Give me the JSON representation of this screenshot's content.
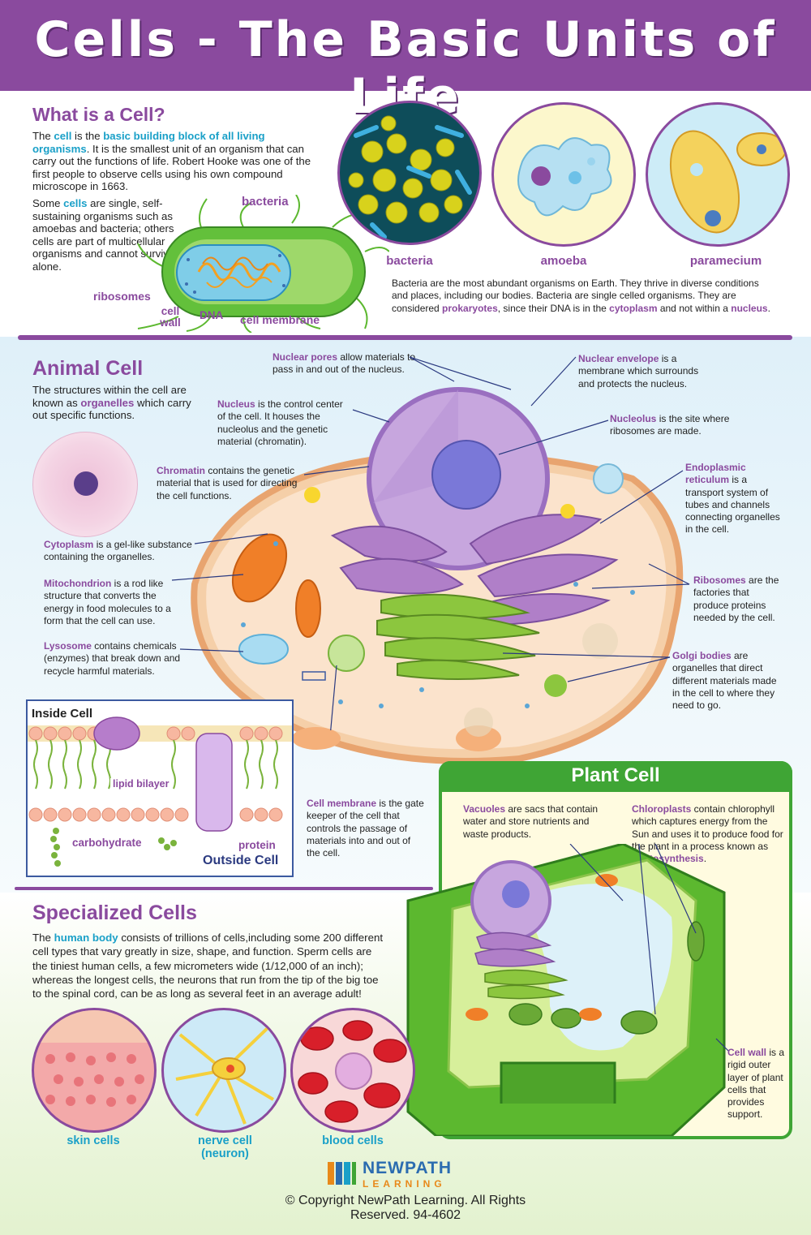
{
  "title": "Cells - The Basic Units of Life",
  "colors": {
    "purple": "#8a4a9e",
    "blue": "#1aa0c8",
    "green": "#3fa535"
  },
  "what_is_cell": {
    "heading": "What is a Cell?",
    "p1": {
      "a": "The ",
      "b": "cell",
      "c": " is the ",
      "d": "basic building block of all living organisms",
      "e": ". It is the smallest unit of an organism that can carry out the functions of life. Robert Hooke was one of the first people to observe cells using his own compound microscope in 1663."
    },
    "p2": {
      "a": "Some ",
      "b": "cells",
      "c": " are single, self-sustaining organisms such as amoebas and bacteria; others cells are part of multicellular organisms and cannot survive alone."
    },
    "diagram_labels": {
      "bacteria": "bacteria",
      "ribosomes": "ribosomes",
      "cell_wall": "cell wall",
      "dna": "DNA",
      "cell_membrane": "cell membrane"
    },
    "circles": [
      "bacteria",
      "amoeba",
      "paramecium"
    ],
    "bacteria_text": {
      "a": "Bacteria are the most abundant organisms on Earth. They thrive in diverse conditions and places, including our bodies. Bacteria are single celled organisms. They are considered ",
      "b": "prokaryotes",
      "c": ", since their DNA is in the ",
      "d": "cytoplasm",
      "e": " and not within a ",
      "f": "nucleus",
      "g": "."
    }
  },
  "animal_cell": {
    "heading": "Animal Cell",
    "intro": {
      "a": "The structures within the cell are known as ",
      "b": "organelles",
      "c": " which carry out specific functions."
    },
    "annotations": {
      "nuclear_pores": {
        "term": "Nuclear pores",
        "text": " allow materials to pass in and out of the nucleus."
      },
      "nuclear_envelope": {
        "term": "Nuclear envelope",
        "text": " is a membrane which surrounds and protects the nucleus."
      },
      "nucleus": {
        "term": "Nucleus",
        "text": " is the control center of the cell. It houses the nucleolus and the genetic material (chromatin)."
      },
      "nucleolus": {
        "term": "Nucleolus",
        "text": " is the site where ribosomes are made."
      },
      "chromatin": {
        "term": "Chromatin",
        "text": " contains the genetic material that is used for directing the cell functions."
      },
      "er": {
        "term": "Endoplasmic reticulum",
        "text": " is a transport system of tubes and channels connecting organelles in the cell."
      },
      "cytoplasm": {
        "term": "Cytoplasm",
        "text": " is a gel-like substance containing the organelles."
      },
      "mitochondrion": {
        "term": "Mitochondrion",
        "text": " is a rod like structure that converts the energy in food molecules to a form that the cell can use."
      },
      "ribosomes": {
        "term": "Ribosomes",
        "text": " are the factories that produce proteins needed by the cell."
      },
      "lysosome": {
        "term": "Lysosome",
        "text": " contains chemicals (enzymes) that break down and recycle harmful materials."
      },
      "golgi": {
        "term": "Golgi bodies",
        "text": " are organelles that direct different materials made in the cell to where they need to go."
      },
      "cell_membrane": {
        "term": "Cell membrane",
        "text": " is the gate keeper of the cell that controls the passage of materials into and out of the cell."
      }
    },
    "inset": {
      "inside": "Inside Cell",
      "lipid": "lipid bilayer",
      "carbohydrate": "carbohydrate",
      "protein": "protein",
      "outside": "Outside Cell"
    }
  },
  "plant_cell": {
    "heading": "Plant Cell",
    "vacuoles": {
      "term": "Vacuoles",
      "text": " are sacs that contain water and store nutrients and waste products."
    },
    "chloroplasts": {
      "term": "Chloroplasts",
      "text_a": " contain chlorophyll which captures energy from the Sun and uses it to produce food for the plant in a process known as ",
      "term2": "photosynthesis",
      "text_b": "."
    },
    "cell_wall": {
      "term": "Cell wall",
      "text": " is a rigid outer layer of plant cells that provides support."
    }
  },
  "specialized": {
    "heading": "Specialized Cells",
    "text": {
      "a": "The ",
      "b": "human body",
      "c": " consists of trillions of cells,including some 200 different cell types that vary greatly in size, shape, and function. Sperm cells are the tiniest human cells, a few micrometers wide (1/12,000 of an inch); whereas the longest cells, the neurons that run from the tip of the big toe to the spinal cord, can be as long as several feet in an average adult!"
    },
    "cells": [
      "skin cells",
      "nerve cell\n(neuron)",
      "blood cells"
    ]
  },
  "footer": {
    "brand_top": "NEWPATH",
    "brand_bottom": "LEARNING",
    "copyright": "© Copyright NewPath Learning. All Rights Reserved. 94-4602"
  }
}
